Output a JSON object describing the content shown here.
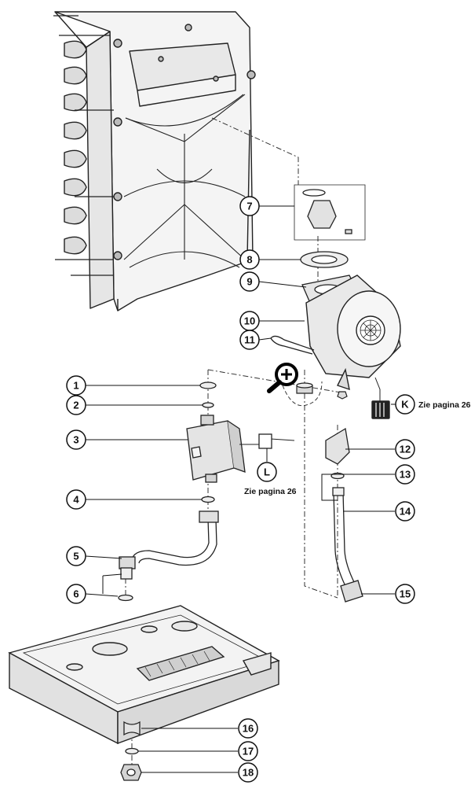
{
  "callouts": [
    {
      "id": "1",
      "label": "1"
    },
    {
      "id": "2",
      "label": "2"
    },
    {
      "id": "3",
      "label": "3"
    },
    {
      "id": "4",
      "label": "4"
    },
    {
      "id": "5",
      "label": "5"
    },
    {
      "id": "6",
      "label": "6"
    },
    {
      "id": "7",
      "label": "7"
    },
    {
      "id": "8",
      "label": "8"
    },
    {
      "id": "9",
      "label": "9"
    },
    {
      "id": "10",
      "label": "10"
    },
    {
      "id": "11",
      "label": "11"
    },
    {
      "id": "12",
      "label": "12"
    },
    {
      "id": "13",
      "label": "13"
    },
    {
      "id": "14",
      "label": "14"
    },
    {
      "id": "15",
      "label": "15"
    },
    {
      "id": "16",
      "label": "16"
    },
    {
      "id": "17",
      "label": "17"
    },
    {
      "id": "18",
      "label": "18"
    }
  ],
  "connectors": [
    {
      "id": "K",
      "label": "K",
      "note": "Zie pagina 26"
    },
    {
      "id": "L",
      "label": "L",
      "note": "Zie pagina 26"
    }
  ],
  "icons": {
    "zoom": "zoom-in-icon"
  }
}
